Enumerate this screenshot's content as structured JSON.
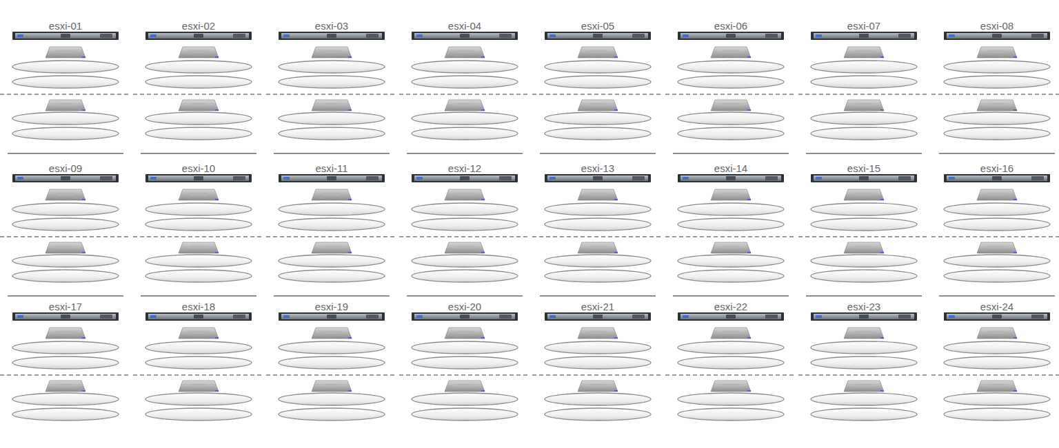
{
  "diagram": {
    "nodes": [
      {
        "text": [
          "esxi-01"
        ]
      },
      {
        "text": [
          "esxi-02"
        ]
      },
      {
        "text": [
          "esxi-03"
        ]
      },
      {
        "text": [
          "esxi-04"
        ]
      },
      {
        "text": [
          "esxi-05"
        ]
      },
      {
        "text": [
          "esxi-06"
        ]
      },
      {
        "text": [
          "esxi-07"
        ]
      },
      {
        "text": [
          "esxi-08"
        ]
      },
      {
        "text": [
          "esxi-09"
        ]
      },
      {
        "text": [
          "esxi-10"
        ]
      },
      {
        "text": [
          "esxi-11"
        ]
      },
      {
        "text": [
          "esxi-12"
        ]
      },
      {
        "text": [
          "esxi-13"
        ]
      },
      {
        "text": [
          "esxi-14"
        ]
      },
      {
        "text": [
          "esxi-15"
        ]
      },
      {
        "text": [
          "esxi-16"
        ]
      },
      {
        "text": [
          "esxi-17"
        ]
      },
      {
        "text": [
          "esxi-18"
        ]
      },
      {
        "text": [
          "esxi-19"
        ]
      },
      {
        "text": [
          "esxi-20"
        ]
      },
      {
        "text": [
          "esxi-21"
        ]
      },
      {
        "text": [
          "esxi-22"
        ]
      },
      {
        "text": [
          "esxi-23"
        ]
      },
      {
        "text": [
          "esxi-24"
        ]
      }
    ]
  }
}
